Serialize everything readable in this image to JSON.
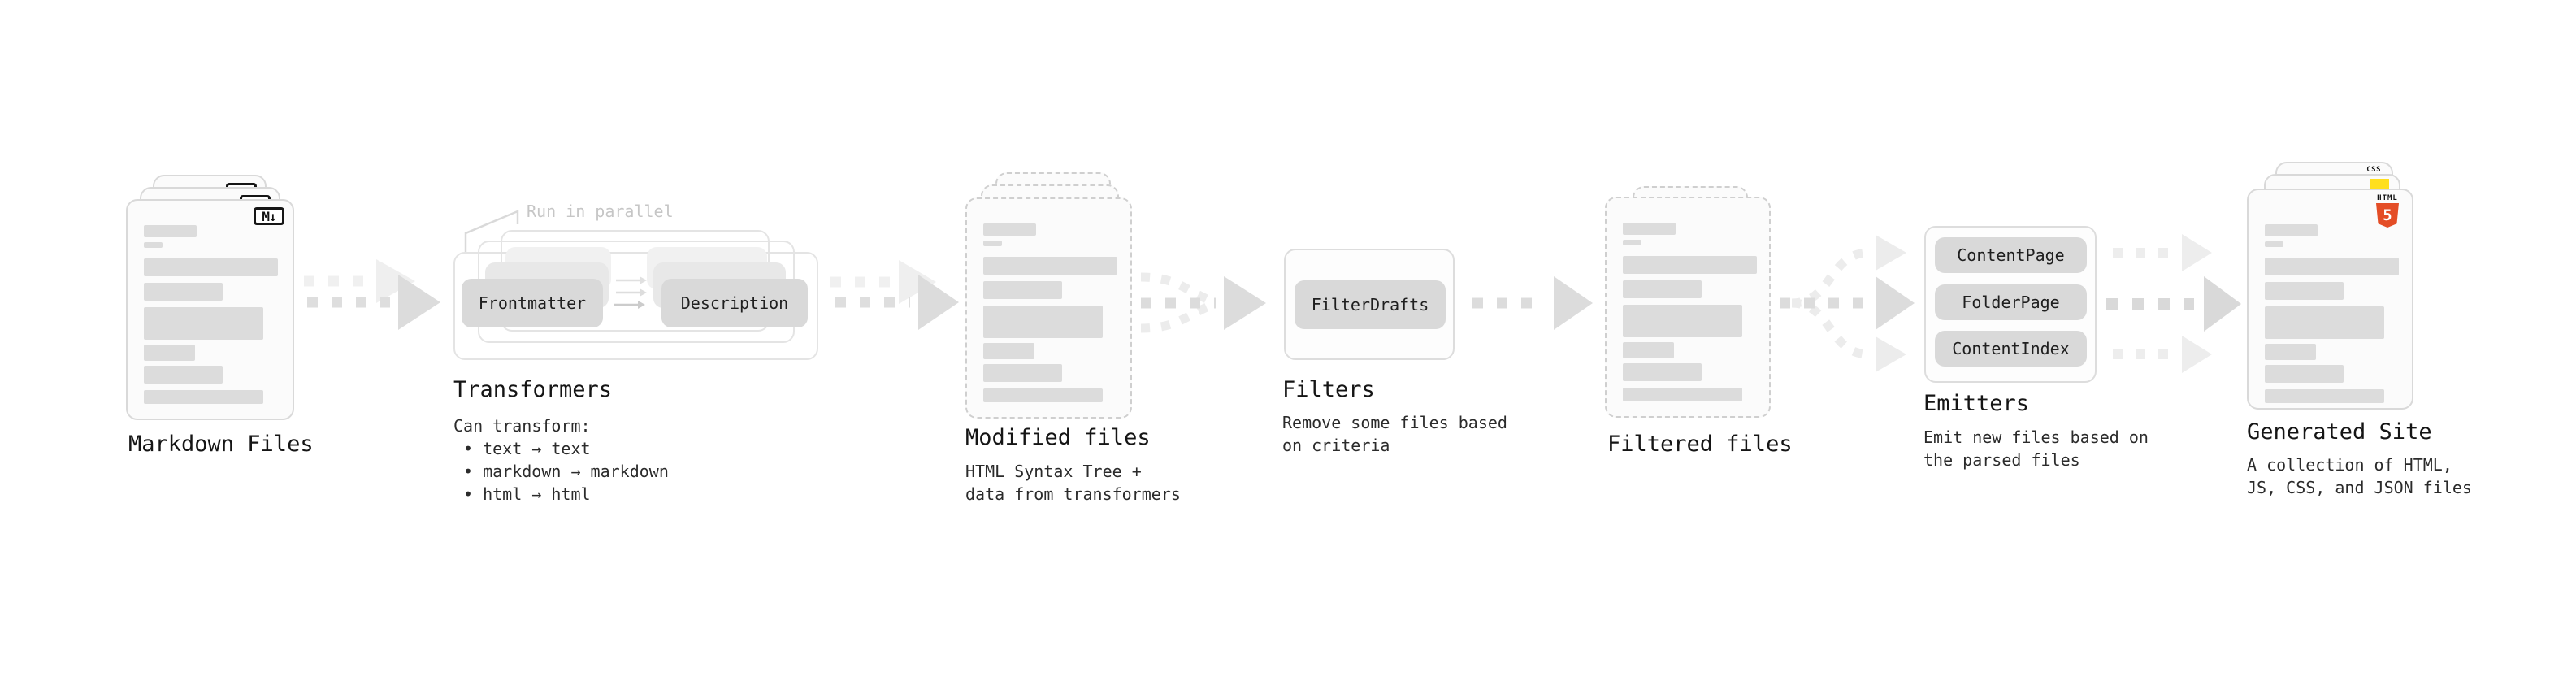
{
  "stages": {
    "markdown_files": {
      "title": "Markdown Files",
      "badge": "M↓"
    },
    "transformers": {
      "title": "Transformers",
      "annotation": "Run in parallel",
      "pills": [
        "Frontmatter",
        "Description"
      ],
      "caption_heading": "Can transform:",
      "bullets": [
        "• text → text",
        "• markdown → markdown",
        "• html → html"
      ]
    },
    "modified_files": {
      "title": "Modified files",
      "caption_lines": [
        "HTML Syntax Tree +",
        "data from transformers"
      ]
    },
    "filters": {
      "title": "Filters",
      "pills": [
        "FilterDrafts"
      ],
      "caption_lines": [
        "Remove some files based",
        "on criteria"
      ]
    },
    "filtered_files": {
      "title": "Filtered files"
    },
    "emitters": {
      "title": "Emitters",
      "pills": [
        "ContentPage",
        "FolderPage",
        "ContentIndex"
      ],
      "caption_lines": [
        "Emit new files based on",
        "the parsed files"
      ]
    },
    "generated_site": {
      "title": "Generated Site",
      "caption_lines": [
        "A collection of HTML,",
        "JS, CSS, and JSON files"
      ],
      "file_type_badges": {
        "css": "CSS",
        "html_label": "HTML",
        "html_number": "5"
      }
    }
  },
  "colors": {
    "html5_orange": "#e44d26",
    "js_yellow": "#ffdf1e",
    "css_blue": "#2d6ce0",
    "pill_gray": "#d9d9d9",
    "arrow_gray": "#dcdcdc",
    "arrow_light_gray": "#ececec",
    "annotation_gray": "#c6c6c6"
  }
}
